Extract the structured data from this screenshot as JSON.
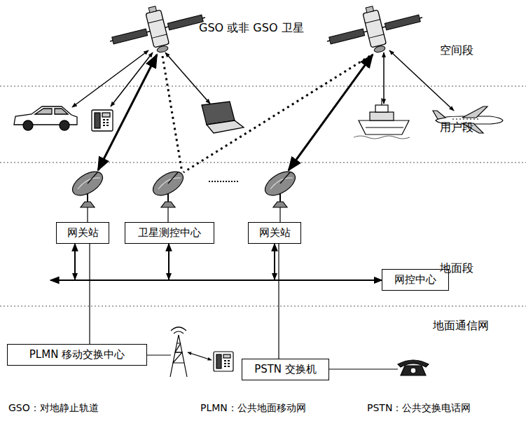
{
  "diagram": {
    "nodes": [
      {
        "text": [
          "网关站"
        ]
      },
      {
        "text": [
          "卫星测控中心"
        ]
      },
      {
        "text": [
          "网关站"
        ]
      },
      {
        "text": [
          "网控中心"
        ]
      },
      {
        "text": [
          "PLMN 移动交换中心"
        ]
      },
      {
        "text": [
          "PSTN 交换机"
        ]
      }
    ],
    "edges": [
      {
        "from": 0,
        "to": 3,
        "arrow": "both"
      },
      {
        "from": 1,
        "to": 3,
        "arrow": "both"
      },
      {
        "from": 2,
        "to": 3,
        "arrow": "both"
      },
      {
        "from": 0,
        "to": 4,
        "arrow": "none"
      },
      {
        "from": 2,
        "to": 5,
        "arrow": "none"
      }
    ],
    "labels": [
      "GSO 或非 GSO 卫星",
      "空间段",
      "用户段",
      "地面段",
      "地面通信网",
      "GSO：对地静止轨道",
      "PLMN：公共地面移动网",
      "PSTN：公共交换电话网"
    ]
  }
}
